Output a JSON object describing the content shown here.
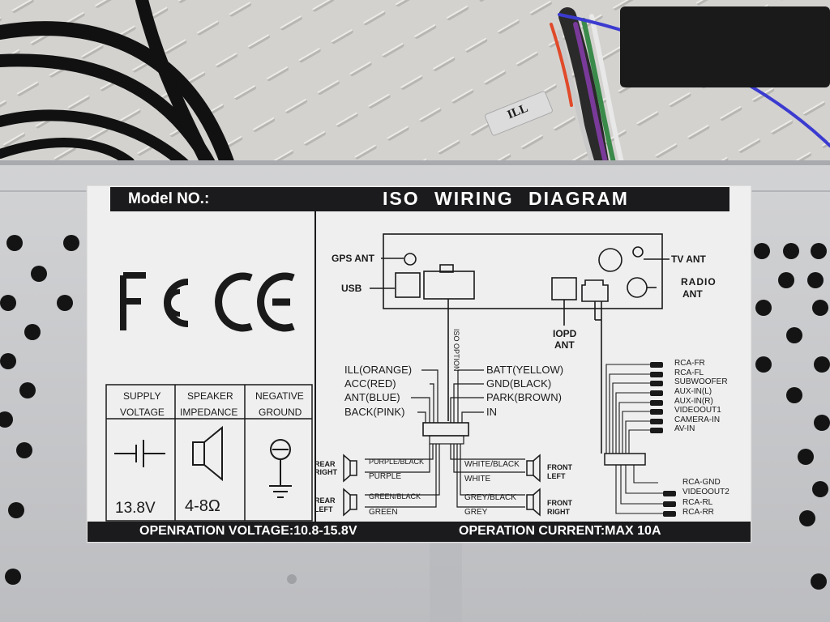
{
  "header": {
    "model_label": "Model NO.:",
    "title": "ISO WIRING DIAGRAM"
  },
  "footer": {
    "voltage": "OPENRATION VOLTAGE:10.8-15.8V",
    "current": "OPERATION CURRENT:MAX 10A"
  },
  "cert_logos": [
    "FC",
    "CE"
  ],
  "spec_table": {
    "headers": [
      {
        "line1": "SUPPLY",
        "line2": "VOLTAGE"
      },
      {
        "line1": "SPEAKER",
        "line2": "IMPEDANCE"
      },
      {
        "line1": "NEGATIVE",
        "line2": "GROUND"
      }
    ],
    "values": [
      "13.8V",
      "4-8Ω",
      ""
    ],
    "icons": [
      "battery-symbol-icon",
      "speaker-symbol-icon",
      "ground-symbol-icon"
    ]
  },
  "ports": {
    "gps_ant": "GPS ANT",
    "usb": "USB",
    "tv_ant": "TV ANT",
    "radio_ant_line1": "RADIO",
    "radio_ant_line2": "ANT",
    "iopd_line1": "IOPD",
    "iopd_line2": "ANT",
    "iso_option": "ISO OPTION"
  },
  "iso_wires_left": [
    "ILL(ORANGE)",
    "ACC(RED)",
    "ANT(BLUE)",
    "BACK(PINK)"
  ],
  "iso_wires_right": [
    "BATT(YELLOW)",
    "GND(BLACK)",
    "PARK(BROWN)",
    "IN"
  ],
  "speakers": [
    {
      "pos_line1": "REAR",
      "pos_line2": "RIGHT",
      "wire1": "PURPLE/BLACK",
      "wire2": "PURPLE"
    },
    {
      "pos_line1": "REAR",
      "pos_line2": "LEFT",
      "wire1": "GREEN/BLACK",
      "wire2": "GREEN"
    },
    {
      "pos_line1": "FRONT",
      "pos_line2": "LEFT",
      "wire1": "WHITE/BLACK",
      "wire2": "WHITE"
    },
    {
      "pos_line1": "FRONT",
      "pos_line2": "RIGHT",
      "wire1": "GREY/BLACK",
      "wire2": "GREY"
    }
  ],
  "rca_top": [
    "RCA-FR",
    "RCA-FL",
    "SUBWOOFER",
    "AUX-IN(L)",
    "AUX-IN(R)",
    "VIDEOOUT1",
    "CAMERA-IN",
    "AV-IN"
  ],
  "rca_bottom": [
    "RCA-GND",
    "VIDEOOUT2",
    "RCA-RL",
    "RCA-RR"
  ],
  "wire_tag": "ILL",
  "colors": {
    "label_bg": "#efeff0",
    "bar": "#1b1b1d",
    "ink": "#1a1a1a",
    "metal": "#c5c6c8",
    "wire_blue": "#3b3bd0"
  }
}
